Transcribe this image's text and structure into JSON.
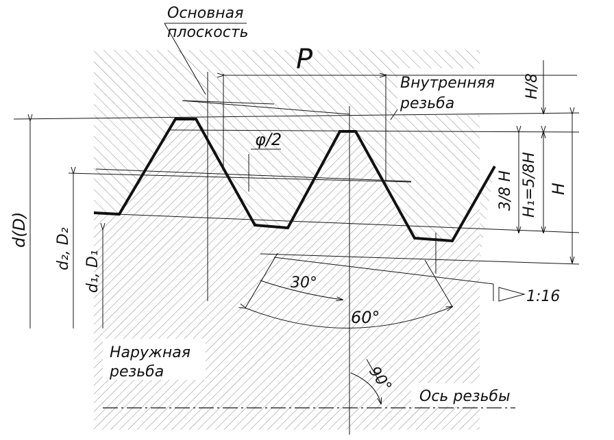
{
  "labels": {
    "basic_plane_l1": "Основная",
    "basic_plane_l2": "плоскость",
    "pitch": "P",
    "internal_l1": "Внутренняя",
    "internal_l2": "резьба",
    "h8": "H/8",
    "half_angle": "φ/2",
    "three_eighths": "3/8 H",
    "h1": "H₁=5/8H",
    "h": "H",
    "d_big": "d(D)",
    "d2": "d₂, D₂",
    "d1": "d₁, D₁",
    "angle30": "30°",
    "angle60": "60°",
    "taper": "1:16",
    "external_l1": "Наружная",
    "external_l2": "резьба",
    "angle90": "90°",
    "axis": "Ось резьбы"
  },
  "colors": {
    "line": "#111111",
    "hatch": "#777777",
    "paper": "#ffffff"
  }
}
